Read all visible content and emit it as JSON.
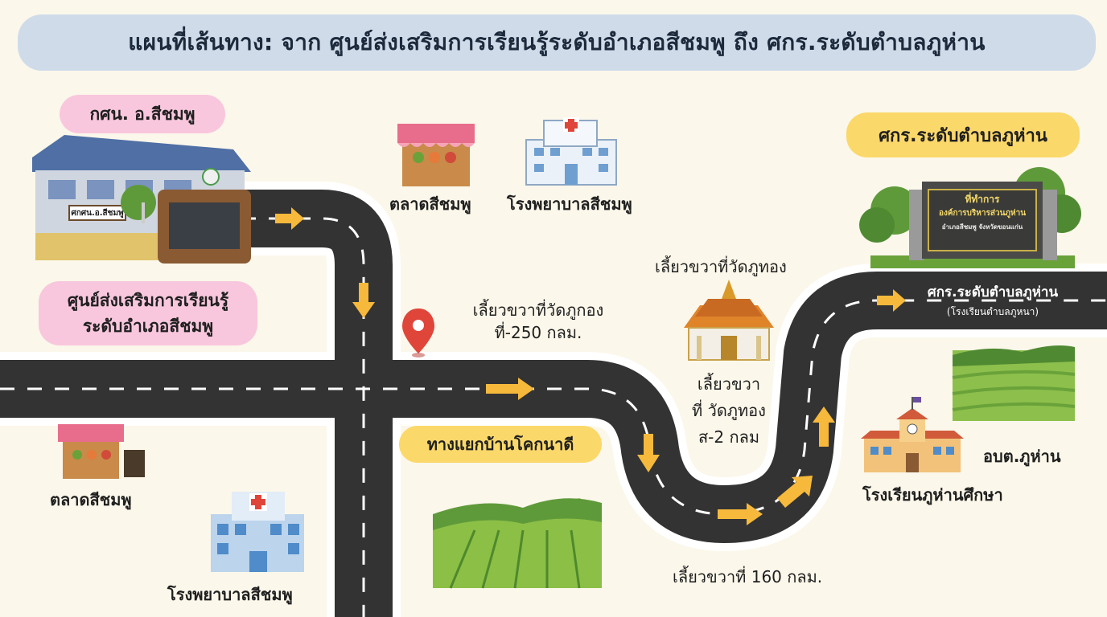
{
  "title": "แผนที่เส้นทาง: จาก ศูนย์ส่งเสริมการเรียนรู้ระดับอำเภอสีชมพู ถึง ศกร.ระดับตำบลภูห่าน",
  "origin": {
    "badge": "กศน. อ.สีชมพู",
    "name_line1": "ศูนย์ส่งเสริมการเรียนรู้",
    "name_line2": "ระดับอำเภอสีชมพู",
    "sign_text": "ศกศน.อ.สีชมพู"
  },
  "destination": {
    "badge": "ศกร.ระดับตำบลภูห่าน",
    "road_label": "ศกร.ระดับตำบลภูห่าน",
    "road_sublabel": "(โรงเรียนตำบลภูหนา)",
    "sign_line1": "ที่ทำการ",
    "sign_line2": "องค์การบริหารส่วนภูห่าน",
    "sign_line3": "อำเภอสีชมพู จังหวัดขอนแก่น"
  },
  "landmarks": {
    "market_top": "ตลาดสีชมพู",
    "hospital_top": "โรงพยาบาลสีชมพู",
    "market_bottom": "ตลาดสีชมพู",
    "hospital_bottom": "โรงพยาบาลสีชมพู",
    "junction": "ทางแยกบ้านโคกนาดี",
    "temple_heading": "เลี้ยวขวาที่วัดภูทอง",
    "sao": "อบต.ภูห่าน",
    "school": "โรงเรียนภูห่านศึกษา"
  },
  "directions": {
    "turn1_line1": "เลี้ยวขวาที่วัดภูกอง",
    "turn1_line2": "ที่-250 กลม.",
    "turn2_line1": "เลี้ยวขวา",
    "turn2_line2": "ที่ วัดภูทอง",
    "turn2_line3": "ส-2 กลม",
    "turn3": "เลี้ยวขวาที่ 160 กลม."
  },
  "colors": {
    "road": "#333333",
    "road_edge": "#ffffff",
    "arrow": "#f6b93b",
    "pin": "#e0453a",
    "field": "#7fae3e"
  }
}
